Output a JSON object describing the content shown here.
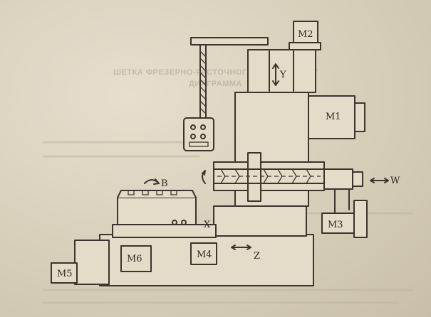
{
  "background_text": {
    "line1": "ШЕТКА ФРЕЗЕРНО-РАСТОЧНОГО СТАНКА С ЧПУ",
    "line2": "ДИАГРАММА"
  },
  "labels": {
    "m1": "M1",
    "m2": "M2",
    "m3": "M3",
    "m4": "M4",
    "m5": "M5",
    "m6": "M6",
    "axis_x": "X",
    "axis_y": "Y",
    "axis_z": "Z",
    "axis_w": "W",
    "axis_b": "B"
  },
  "colors": {
    "paper": "#d9d2bf",
    "ink": "#3b352c"
  }
}
